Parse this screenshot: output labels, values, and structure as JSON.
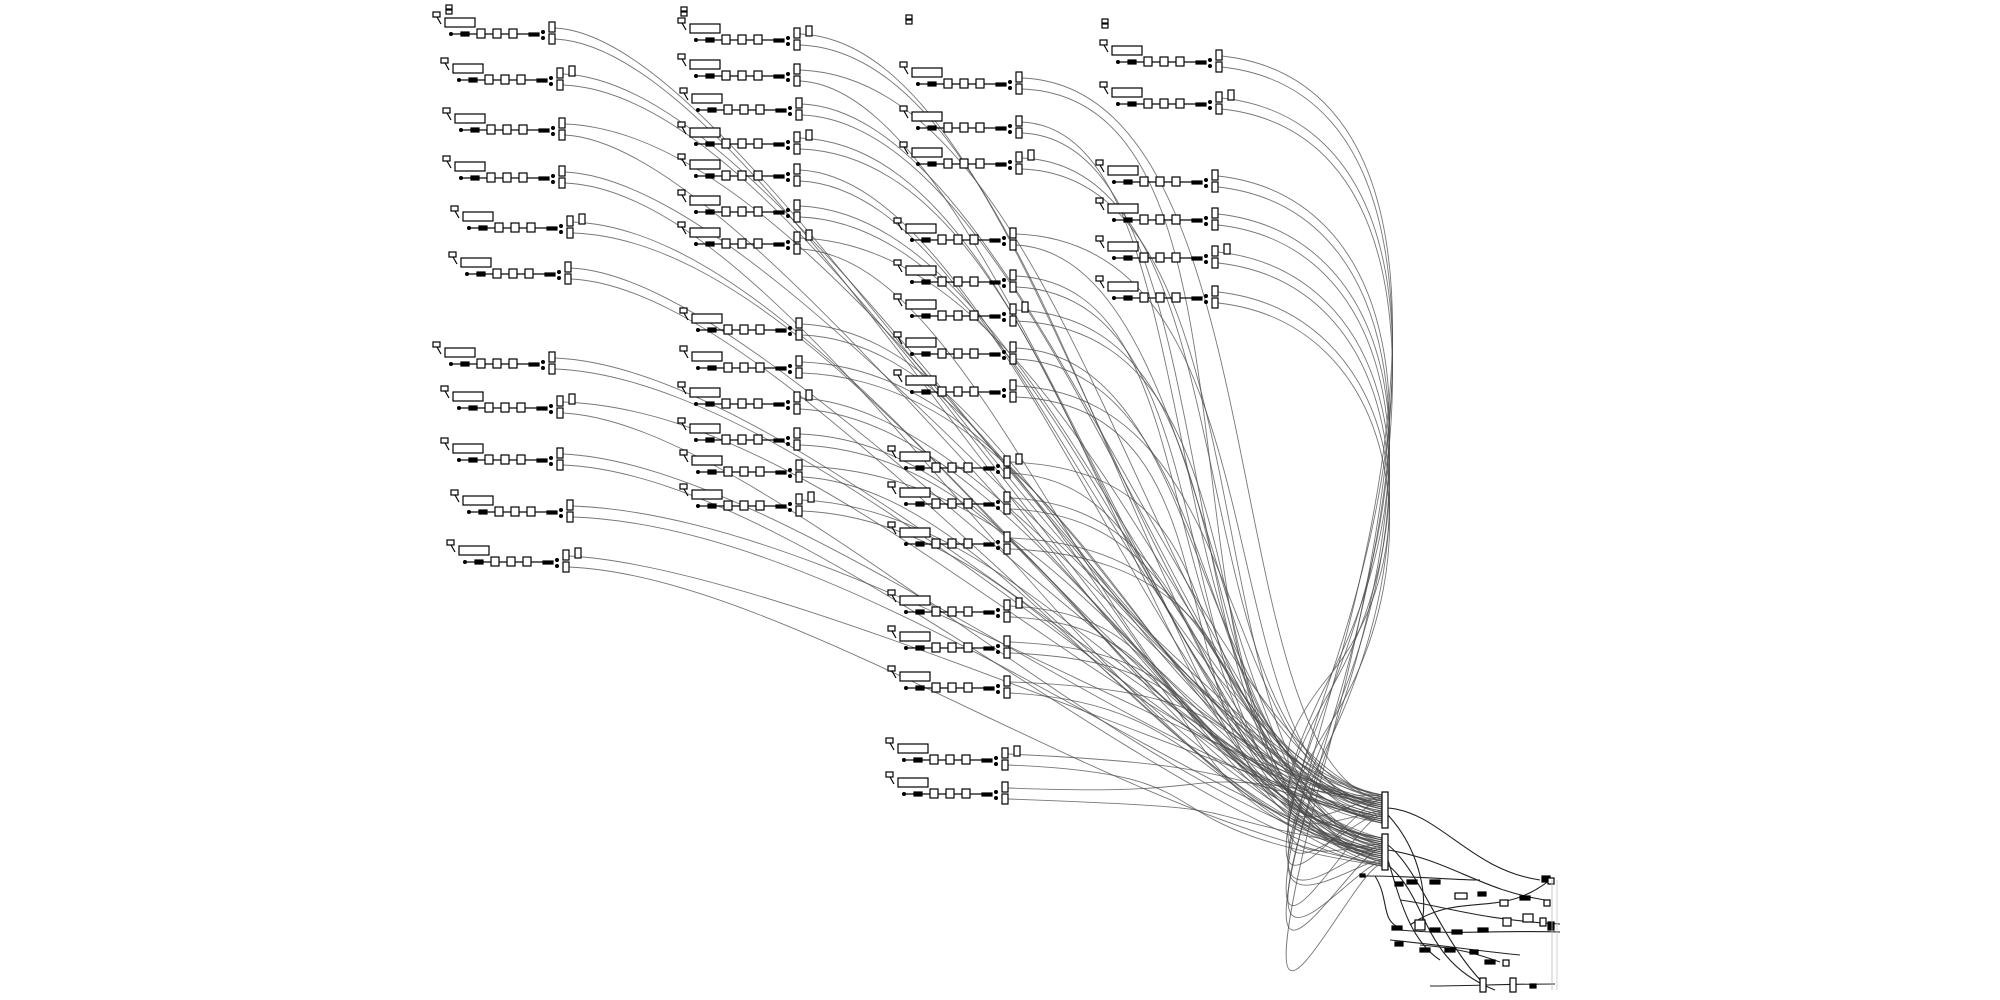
{
  "graph": {
    "background": "#ffffff",
    "node_stroke": "#000000",
    "node_fill": "#ffffff",
    "edge_color": "#4a4a4a",
    "dark_edge_color": "#222222",
    "column_count": 4,
    "rows_per_column": [
      11,
      15,
      16,
      7
    ],
    "sink_count": 2,
    "label_text": []
  }
}
